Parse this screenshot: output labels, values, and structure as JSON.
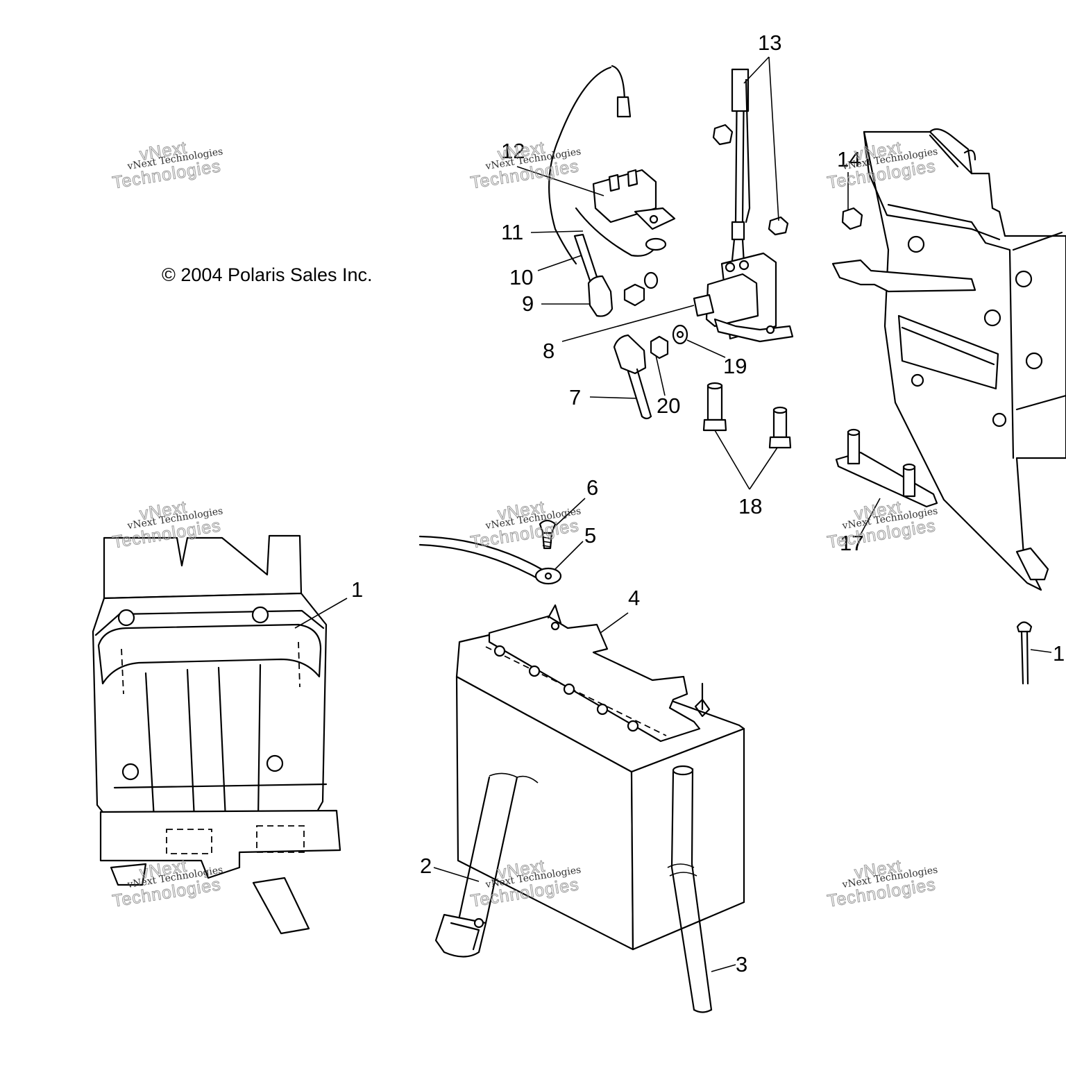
{
  "copyright": "© 2004 Polaris Sales Inc.",
  "watermark": {
    "line_small": "vNext Technologies",
    "line_big_1": "vNext",
    "line_big_2": "Technologies"
  },
  "callouts": [
    "1",
    "2",
    "3",
    "4",
    "5",
    "6",
    "7",
    "8",
    "9",
    "10",
    "11",
    "12",
    "13",
    "14",
    "1",
    "17",
    "18",
    "19",
    "20"
  ]
}
